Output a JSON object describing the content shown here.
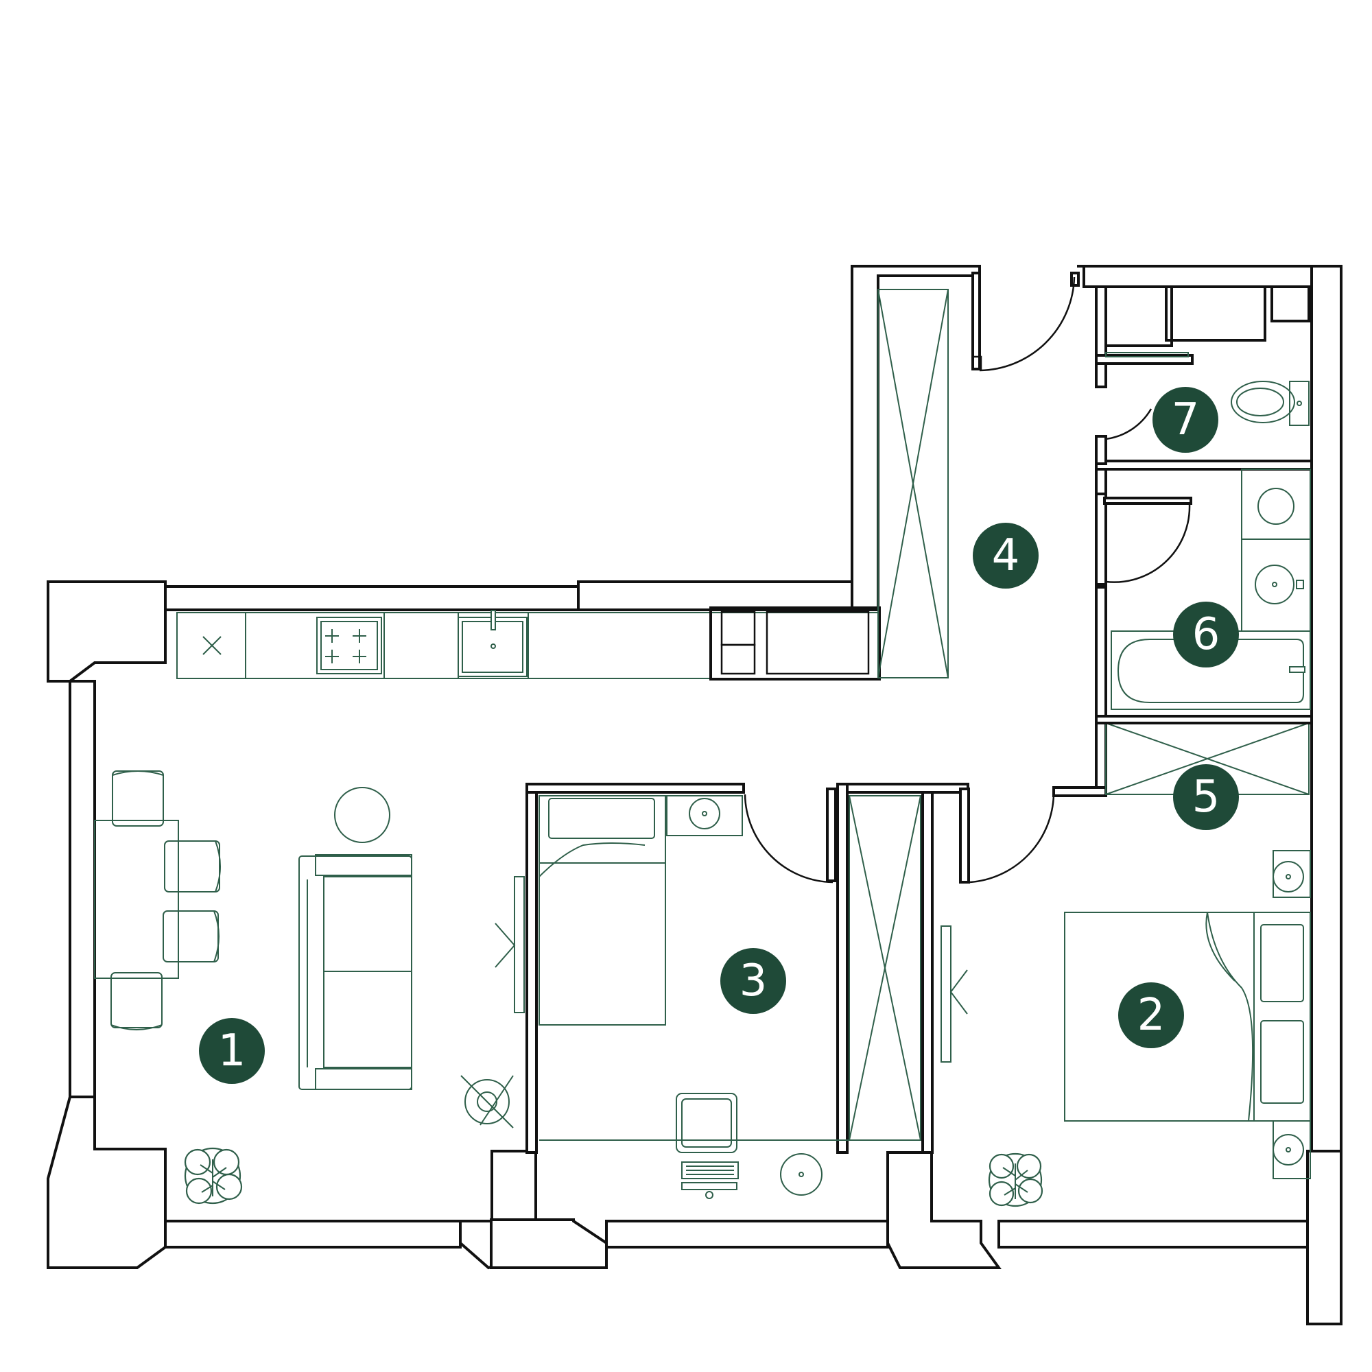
{
  "accent_color": "#1f4a38",
  "line_color": "#2f5f4a",
  "wall_color": "#111111",
  "rooms": [
    {
      "label": "1"
    },
    {
      "label": "2"
    },
    {
      "label": "3"
    },
    {
      "label": "4"
    },
    {
      "label": "5"
    },
    {
      "label": "6"
    },
    {
      "label": "7"
    }
  ],
  "icons": [
    "sofa-icon",
    "dining-table-icon",
    "round-table-icon",
    "stove-icon",
    "sink-icon",
    "fridge-icon",
    "bed-icon",
    "desk-icon",
    "chair-icon",
    "keyboard-icon",
    "lamp-icon",
    "plant-icon",
    "toilet-icon",
    "bathtub-icon",
    "washbasin-icon",
    "washing-machine-icon",
    "wardrobe-icon",
    "window-icon",
    "door-icon"
  ]
}
